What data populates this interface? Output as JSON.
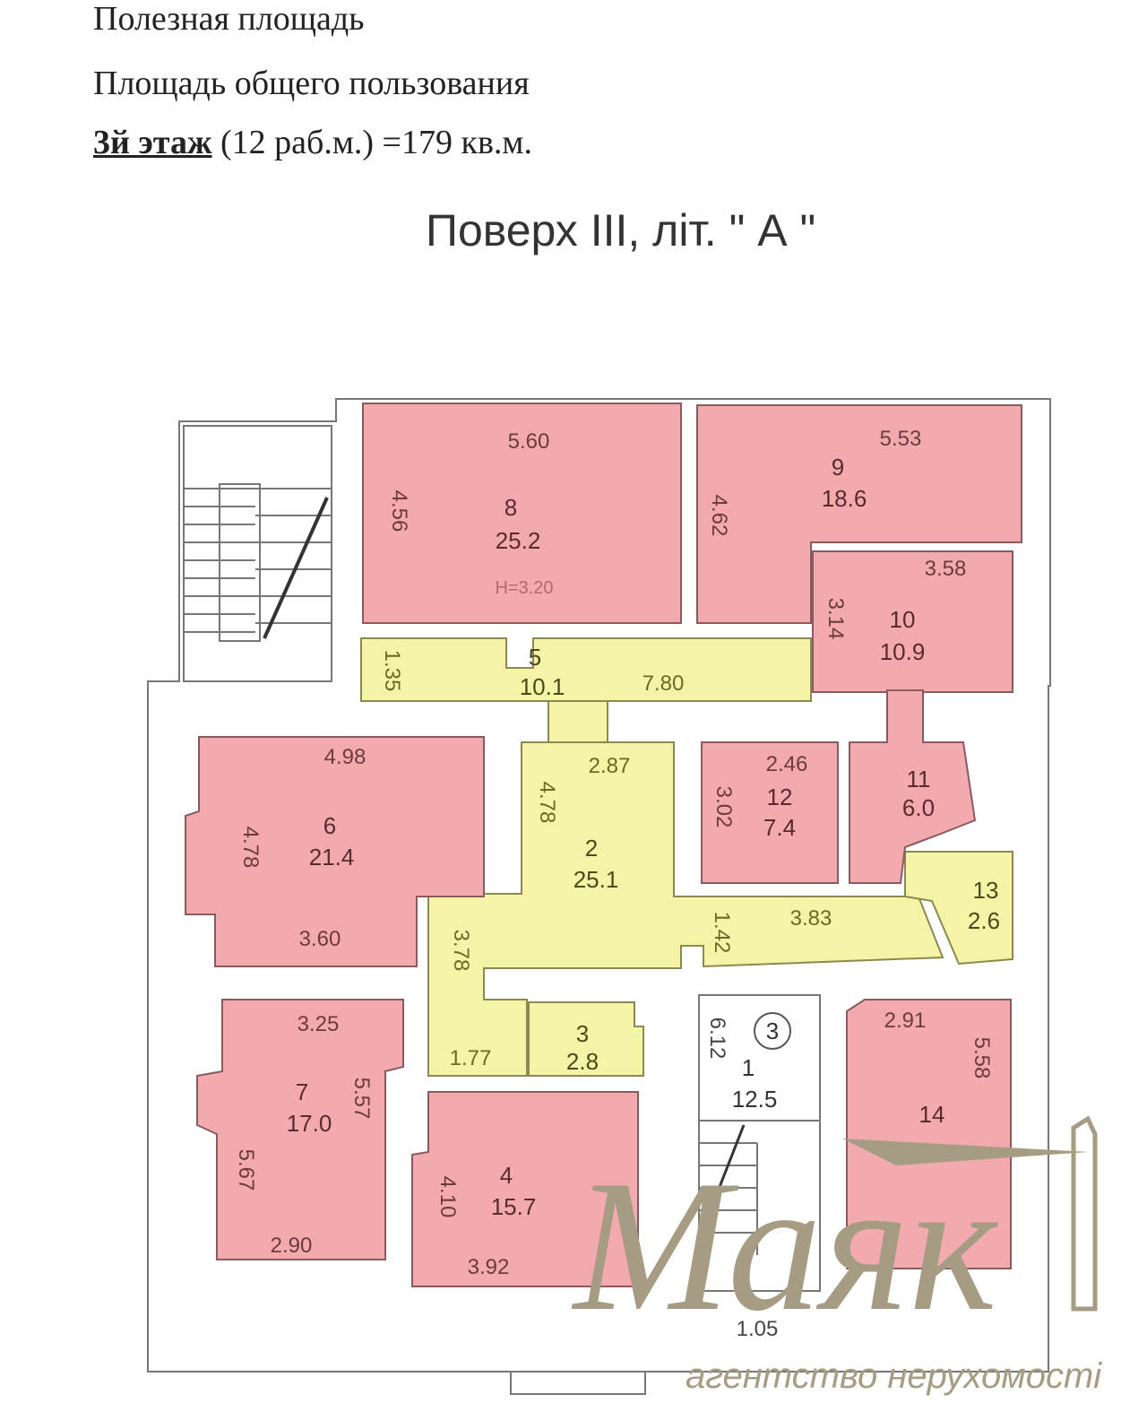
{
  "header": {
    "line1": "Полезная площадь",
    "line2": "Площадь общего пользования",
    "floor_label": "3й  этаж",
    "floor_details": " (12 раб.м.) =179 кв.м."
  },
  "plan_title": "Поверх III, літ. \" А \"",
  "colors": {
    "useful_area": "#f2aaae",
    "common_area": "#f4f3a6"
  },
  "rooms": {
    "r1": {
      "number": "1",
      "area": "12.5",
      "dims": [
        "6.12",
        "1.05"
      ],
      "marker": "3"
    },
    "r2": {
      "number": "2",
      "area": "25.1",
      "dims": [
        "2.87",
        "4.78",
        "3.78",
        "1.77",
        "1.42",
        "3.83"
      ]
    },
    "r3": {
      "number": "3",
      "area": "2.8"
    },
    "r4": {
      "number": "4",
      "area": "15.7",
      "dims": [
        "4.10",
        "3.92"
      ]
    },
    "r5": {
      "number": "5",
      "area": "10.1",
      "dims": [
        "1.35",
        "7.80"
      ]
    },
    "r6": {
      "number": "6",
      "area": "21.4",
      "dims": [
        "4.98",
        "4.78",
        "3.60"
      ]
    },
    "r7": {
      "number": "7",
      "area": "17.0",
      "dims": [
        "3.25",
        "5.57",
        "5.67",
        "2.90"
      ]
    },
    "r8": {
      "number": "8",
      "area": "25.2",
      "dims": [
        "5.60",
        "4.56"
      ],
      "height": "H=3.20"
    },
    "r9": {
      "number": "9",
      "area": "18.6",
      "dims": [
        "5.53",
        "4.62"
      ]
    },
    "r10": {
      "number": "10",
      "area": "10.9",
      "dims": [
        "3.58",
        "3.14"
      ]
    },
    "r11": {
      "number": "11",
      "area": "6.0"
    },
    "r12": {
      "number": "12",
      "area": "7.4",
      "dims": [
        "2.46",
        "3.02"
      ]
    },
    "r13": {
      "number": "13",
      "area": "2.6"
    },
    "r14": {
      "number": "14",
      "dims": [
        "5.58",
        "2.91"
      ]
    }
  },
  "watermark": {
    "brand": "Маяк",
    "tagline": "агентство нерухомості"
  }
}
